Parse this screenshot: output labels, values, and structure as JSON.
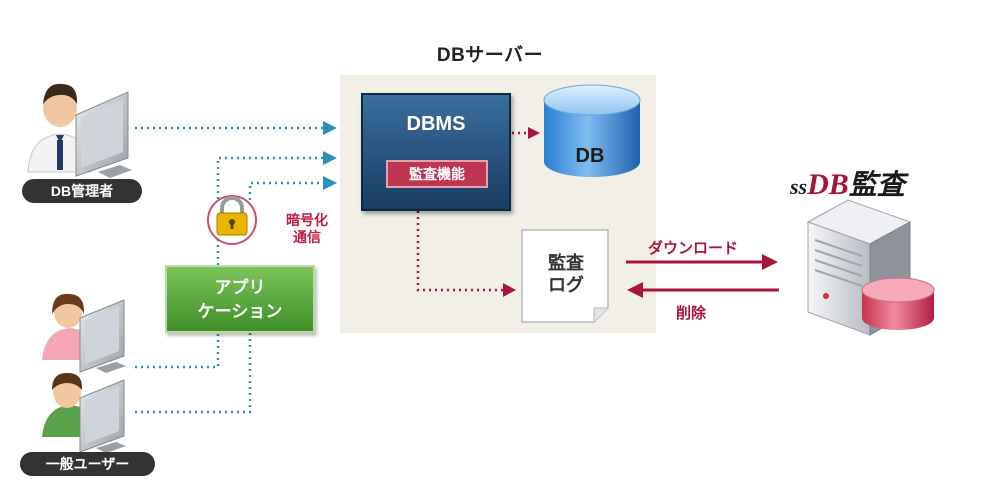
{
  "server": {
    "title": "DBサーバー"
  },
  "dbms": {
    "label": "DBMS",
    "audit_function": "監査機能"
  },
  "database": {
    "label": "DB"
  },
  "audit_log": {
    "line1": "監査",
    "line2": "ログ"
  },
  "application": {
    "line1": "アプリ",
    "line2": "ケーション"
  },
  "encrypted": {
    "line1": "暗号化",
    "line2": "通信"
  },
  "roles": {
    "admin": "DB管理者",
    "general": "一般ユーザー"
  },
  "arrows": {
    "download": "ダウンロード",
    "delete": "削除"
  },
  "brand": {
    "ss": "ss",
    "db": "DB",
    "kansa": "監査"
  },
  "colors": {
    "accent": "#a8163a",
    "dotted_line": "#2b8fb8",
    "navy": "#183d63",
    "green": "#4fa136"
  }
}
